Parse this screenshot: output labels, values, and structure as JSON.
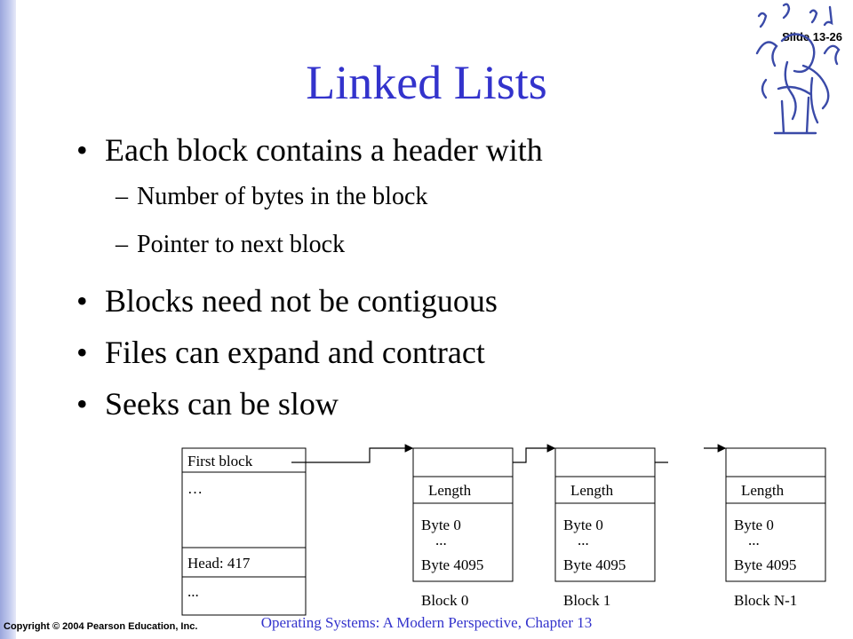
{
  "slide": {
    "number": "Slide 13-26",
    "title": "Linked Lists",
    "bullets": [
      "Each block contains a header with",
      "Blocks need not be contiguous",
      "Files can expand and contract",
      "Seeks can be slow"
    ],
    "sub_bullets": [
      "Number of bytes in the block",
      "Pointer to next block"
    ],
    "bullet_glyph": "•",
    "dash_glyph": "–"
  },
  "diagram": {
    "table": {
      "first_block": "First block",
      "ellipsis": "…",
      "head": "Head: 417",
      "dots": "..."
    },
    "blocks": [
      {
        "length": "Length",
        "byte0": "Byte 0",
        "dots": "...",
        "byte_last": "Byte 4095",
        "name": "Block 0"
      },
      {
        "length": "Length",
        "byte0": "Byte 0",
        "dots": "...",
        "byte_last": "Byte 4095",
        "name": "Block 1"
      },
      {
        "length": "Length",
        "byte0": "Byte 0",
        "dots": "...",
        "byte_last": "Byte 4095",
        "name": "Block N-1"
      }
    ]
  },
  "footer": {
    "copyright": "Copyright © 2004 Pearson Education, Inc.",
    "course": "Operating Systems: A Modern Perspective, Chapter 13"
  },
  "colors": {
    "title": "#3333cc",
    "sidebar": "#b0bae6"
  }
}
